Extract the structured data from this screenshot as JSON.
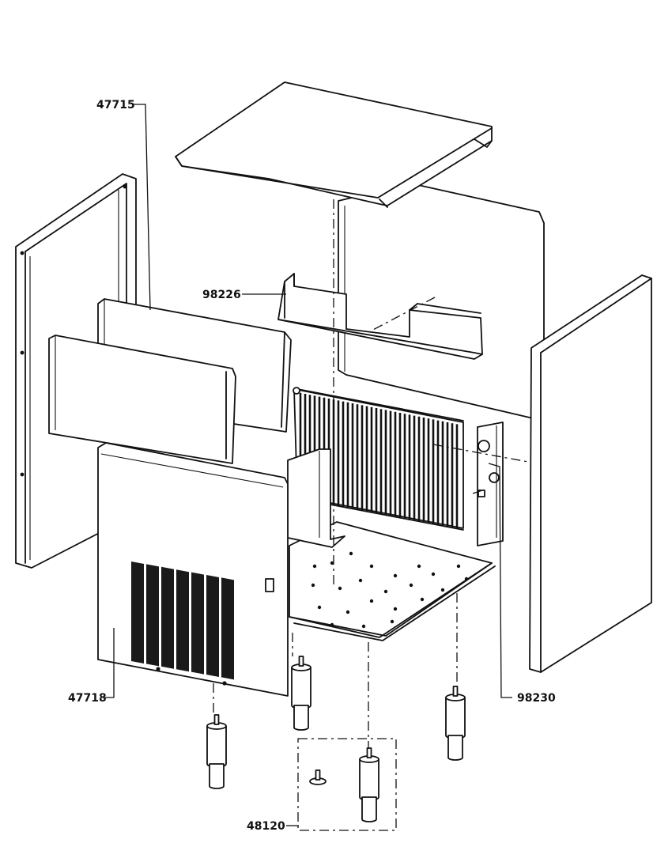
{
  "diagram": {
    "part_labels": [
      {
        "id": "top-cover",
        "number": "47715"
      },
      {
        "id": "top-bracket",
        "number": "98226"
      },
      {
        "id": "front-panel",
        "number": "47718"
      },
      {
        "id": "leg-kit",
        "number": "48120"
      },
      {
        "id": "control-bracket",
        "number": "98230"
      }
    ]
  }
}
